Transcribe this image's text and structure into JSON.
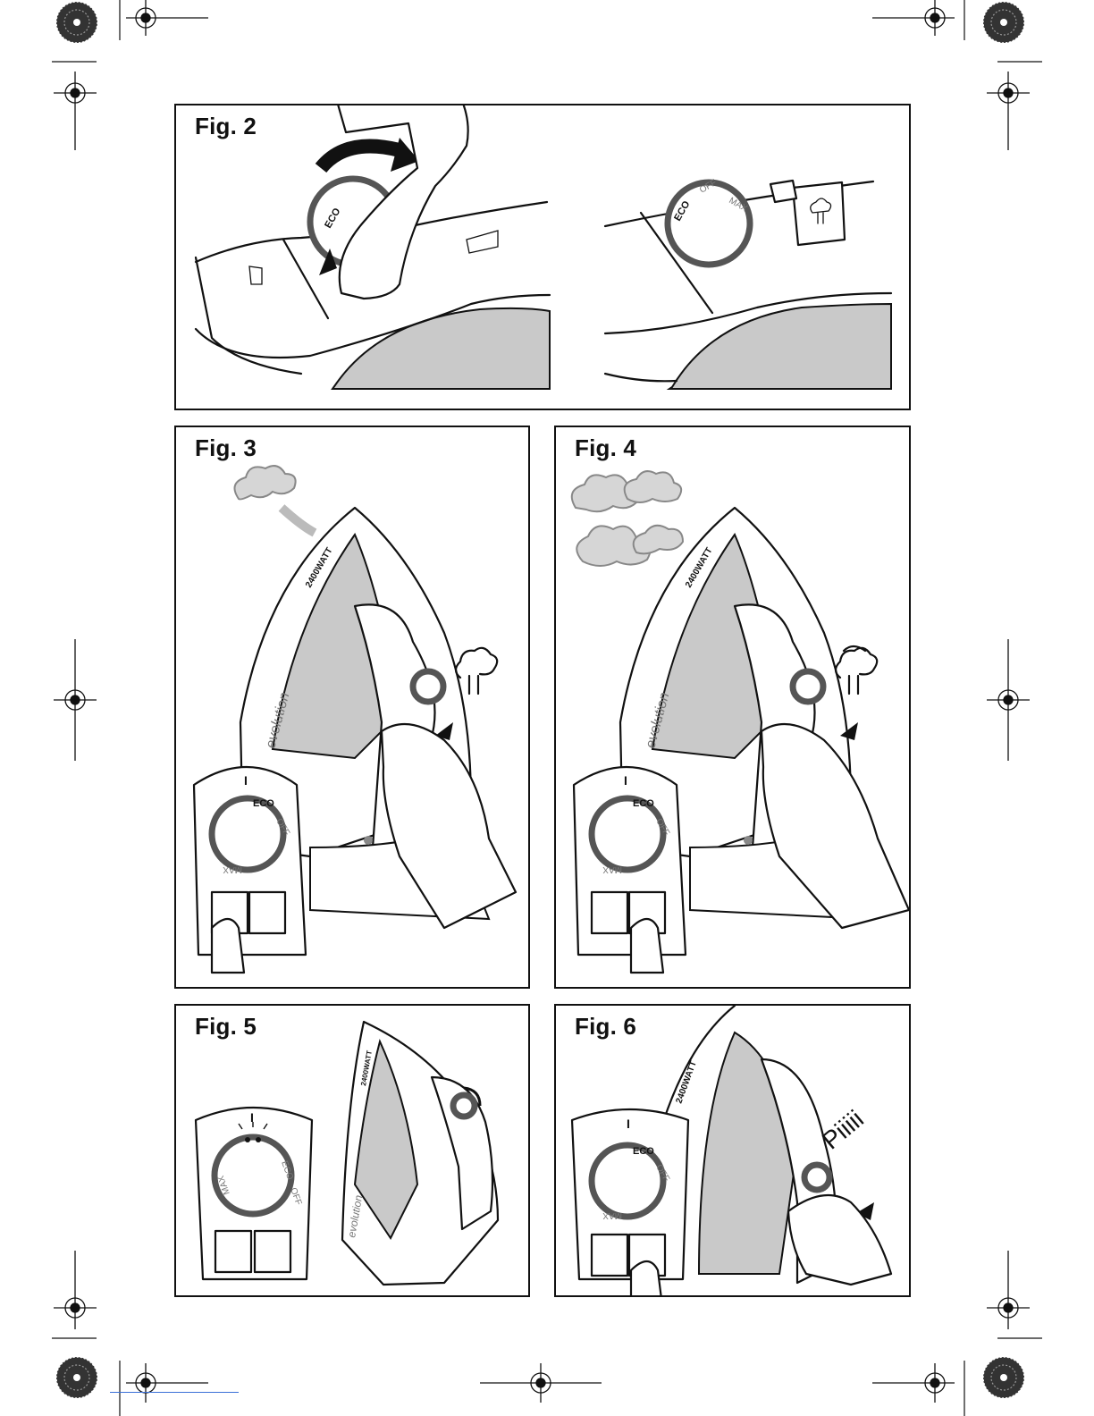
{
  "figures": [
    {
      "id": "fig2",
      "label": "Fig. 2"
    },
    {
      "id": "fig3",
      "label": "Fig. 3"
    },
    {
      "id": "fig4",
      "label": "Fig. 4"
    },
    {
      "id": "fig5",
      "label": "Fig. 5"
    },
    {
      "id": "fig6",
      "label": "Fig. 6"
    }
  ],
  "dial_labels": {
    "eco": "ECO",
    "off": "OFF",
    "max": "MAX",
    "on_mark": "I"
  },
  "iron_model_text": "2400WATT",
  "brand_text": "evolution",
  "sound_text": "Piiiii",
  "colors": {
    "soleplate": "#c9c9c9",
    "steam": "#d6d6d6",
    "outline": "#111111",
    "dial_ring": "#555555"
  }
}
